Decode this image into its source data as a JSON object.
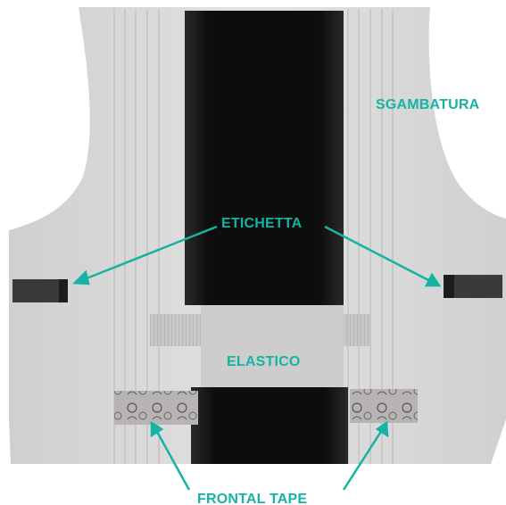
{
  "labels": {
    "sgambatura": "SGAMBATURA",
    "etichetta": "ETICHETTA",
    "elastico": "ELASTICO",
    "frontal_tape": "FRONTAL TAPE"
  },
  "colors": {
    "annotation": "#15b3a4",
    "background": "#ffffff",
    "fabric": "#d6d6d6",
    "dark_core": "#111111",
    "label_patch": "#3a3a3a"
  }
}
